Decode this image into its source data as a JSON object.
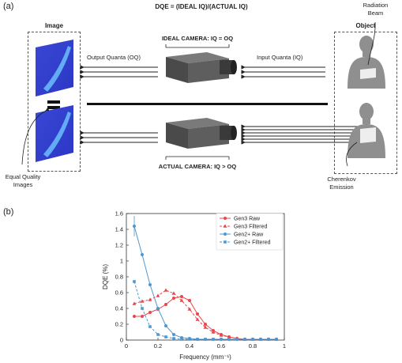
{
  "panel_a": {
    "label": "(a)",
    "formula": "DQE = (IDEAL IQ)/(ACTUAL IQ)",
    "image_box_title": "Image",
    "object_box_title": "Object",
    "ideal_camera_title": "IDEAL CAMERA: IQ = OQ",
    "actual_camera_title": "ACTUAL CAMERA: IQ > OQ",
    "output_quanta": "Output Quanta (OQ)",
    "input_quanta": "Input Quanta (IQ)",
    "radiation_beam": [
      "Radiation",
      "Beam"
    ],
    "cherenkov_emission": [
      "Cherenkov",
      "Emission"
    ],
    "equal_quality": [
      "Equal Quality",
      "Images"
    ]
  },
  "panel_b": {
    "label": "(b)"
  },
  "chart_data": {
    "type": "line",
    "xlabel": "Frequency (mm⁻¹)",
    "ylabel": "DQE (%)",
    "xlim": [
      0,
      1
    ],
    "ylim": [
      0,
      1.6
    ],
    "xticks": [
      "0",
      "0.2",
      "0.4",
      "0.6",
      "0.8",
      "1"
    ],
    "yticks": [
      "0",
      "0.2",
      "0.4",
      "0.6",
      "0.8",
      "1",
      "1.2",
      "1.4",
      "1.6"
    ],
    "legend_position": "top-right",
    "grid": false,
    "series": [
      {
        "name": "Gen3 Raw",
        "color": "#e8474c",
        "dashed": false,
        "marker": "circle",
        "x": [
          0.05,
          0.1,
          0.15,
          0.2,
          0.25,
          0.3,
          0.35,
          0.4,
          0.45,
          0.5,
          0.55,
          0.6,
          0.65,
          0.7,
          0.75,
          0.8,
          0.85,
          0.9,
          0.95
        ],
        "y": [
          0.3,
          0.3,
          0.35,
          0.39,
          0.45,
          0.53,
          0.55,
          0.5,
          0.33,
          0.2,
          0.12,
          0.07,
          0.04,
          0.02,
          0.01,
          0.01,
          0.01,
          0.01,
          0.01
        ]
      },
      {
        "name": "Gen3 Filtered",
        "color": "#e8474c",
        "dashed": true,
        "marker": "triangle",
        "x": [
          0.05,
          0.1,
          0.15,
          0.2,
          0.25,
          0.3,
          0.35,
          0.4,
          0.45,
          0.5,
          0.55,
          0.6,
          0.65,
          0.7,
          0.75,
          0.8,
          0.85,
          0.9,
          0.95
        ],
        "y": [
          0.46,
          0.49,
          0.51,
          0.56,
          0.63,
          0.59,
          0.5,
          0.39,
          0.26,
          0.16,
          0.1,
          0.06,
          0.04,
          0.02,
          0.01,
          0.01,
          0.01,
          0.01,
          0.01
        ]
      },
      {
        "name": "Gen2+ Raw",
        "color": "#4e97d1",
        "dashed": false,
        "marker": "circle",
        "x": [
          0.05,
          0.1,
          0.15,
          0.2,
          0.25,
          0.3,
          0.35,
          0.4,
          0.45,
          0.5,
          0.55,
          0.6,
          0.65,
          0.7,
          0.75,
          0.8,
          0.85,
          0.9,
          0.95
        ],
        "y": [
          1.44,
          1.08,
          0.7,
          0.4,
          0.18,
          0.07,
          0.03,
          0.02,
          0.01,
          0.01,
          0.01,
          0.01,
          0.01,
          0.01,
          0.01,
          0.01,
          0.01,
          0.01,
          0.01
        ]
      },
      {
        "name": "Gen2+ Filtered",
        "color": "#4e97d1",
        "dashed": true,
        "marker": "square",
        "x": [
          0.05,
          0.1,
          0.15,
          0.2,
          0.25,
          0.3,
          0.35,
          0.4,
          0.45,
          0.5,
          0.55,
          0.6,
          0.65,
          0.7,
          0.75,
          0.8,
          0.85,
          0.9,
          0.95
        ],
        "y": [
          0.74,
          0.4,
          0.17,
          0.07,
          0.04,
          0.02,
          0.01,
          0.01,
          0.01,
          0.01,
          0.01,
          0.01,
          0.01,
          0.01,
          0.01,
          0.01,
          0.01,
          0.01,
          0.01
        ]
      }
    ]
  },
  "colors": {
    "gen3": "#e8474c",
    "gen2": "#4e97d1",
    "camera": "#5a5a5a"
  }
}
